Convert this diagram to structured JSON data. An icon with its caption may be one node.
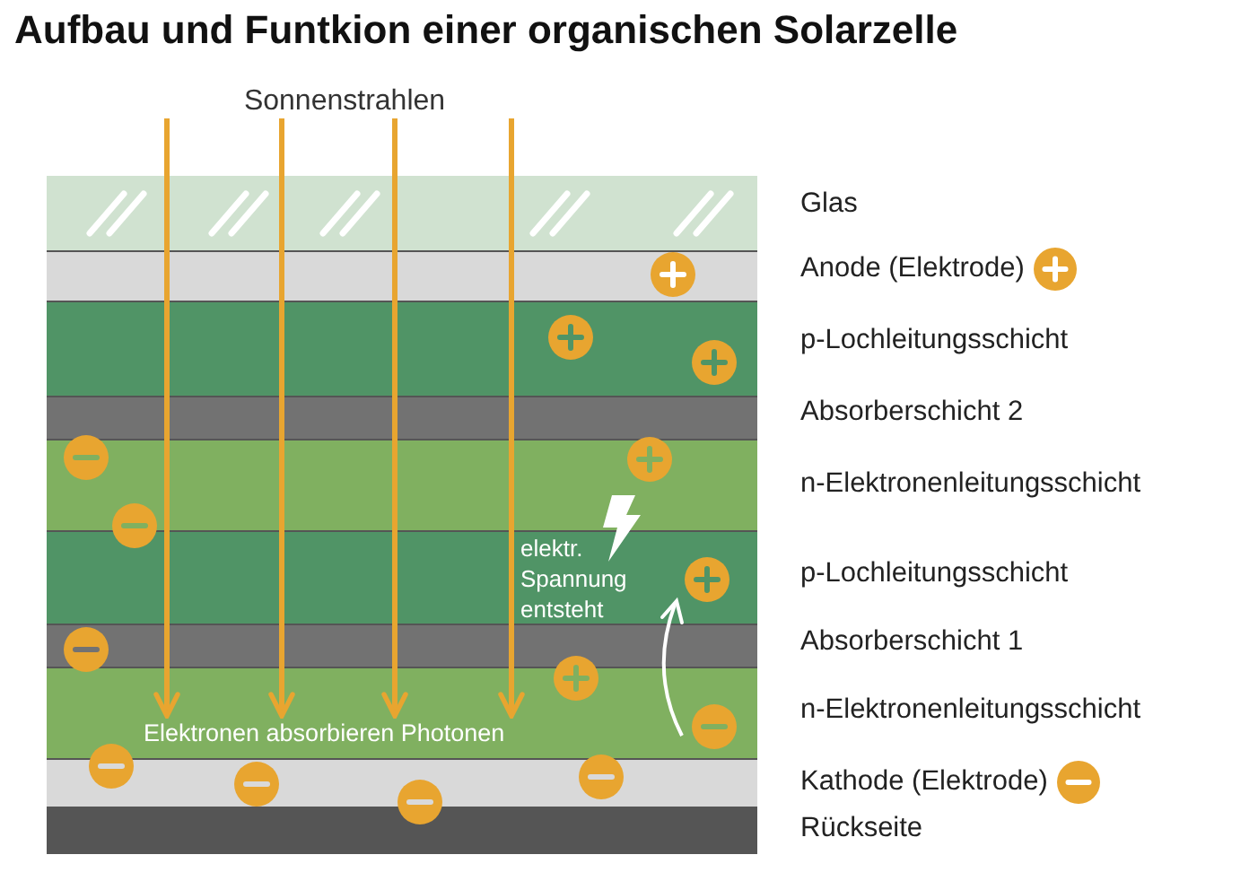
{
  "diagram": {
    "title": "Aufbau und Funtkion einer organischen Solarzelle",
    "nodes": [
      {
        "text": [
          "Sonnenstrahlen"
        ]
      },
      {
        "text": [
          "Elektronen absorbieren Photonen"
        ]
      }
    ],
    "edges": [
      {
        "from": 0,
        "to": 1,
        "arrow": "to"
      },
      {
        "from": 0,
        "to": 1,
        "arrow": "to"
      },
      {
        "from": 0,
        "to": 1,
        "arrow": "to"
      },
      {
        "from": 0,
        "to": 1,
        "arrow": "to"
      }
    ],
    "labels": [
      "Glas",
      "Anode (Elektrode)",
      "p-Lochleitungsschicht",
      "Absorberschicht 2",
      "n-Elektronenleitungsschicht",
      "elektr. Spannung entsteht",
      "p-Lochleitungsschicht",
      "Absorberschicht 1",
      "n-Elektronenleitungsschicht",
      "Kathode (Elektrode)",
      "Rückseite"
    ]
  }
}
